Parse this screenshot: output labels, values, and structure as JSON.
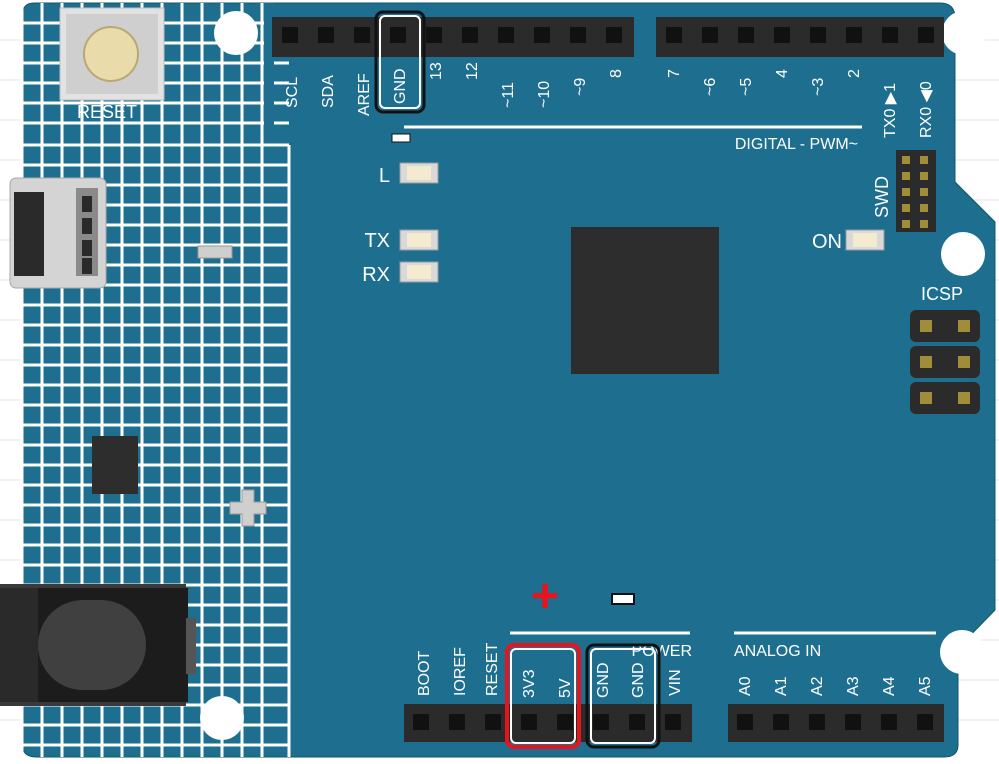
{
  "board": {
    "reset_label": "RESET",
    "digital_label": "DIGITAL - PWM~",
    "led_labels": {
      "l": "L",
      "tx": "TX",
      "rx": "RX",
      "on": "ON"
    },
    "swd_label": "SWD",
    "icsp_label": "ICSP",
    "power_label": "POWER",
    "analog_label": "ANALOG IN",
    "plus_symbol": "+",
    "minus_symbol": "–"
  },
  "top_left_header": [
    "SCL",
    "SDA",
    "AREF",
    "GND",
    "13",
    "12",
    "~11",
    "~10",
    "~9",
    "8"
  ],
  "top_right_header": [
    "7",
    "~6",
    "~5",
    "4",
    "~3",
    "2",
    "TX0 ▶1",
    "RX0 ◀0"
  ],
  "power_header": [
    "BOOT",
    "IOREF",
    "RESET",
    "3V3",
    "5V",
    "GND",
    "GND",
    "VIN"
  ],
  "analog_header": [
    "A0",
    "A1",
    "A2",
    "A3",
    "A4",
    "A5"
  ],
  "highlights": {
    "top_gnd": "GND",
    "positive_group": [
      "3V3",
      "5V"
    ],
    "negative_group": [
      "GND",
      "GND"
    ]
  },
  "colors": {
    "board": "#1e6f8f",
    "grid": "#ffffff",
    "header": "#2b2b2b",
    "positive_highlight": "#e8141c",
    "negative_highlight": "#111111",
    "led": "#f3ead0"
  }
}
